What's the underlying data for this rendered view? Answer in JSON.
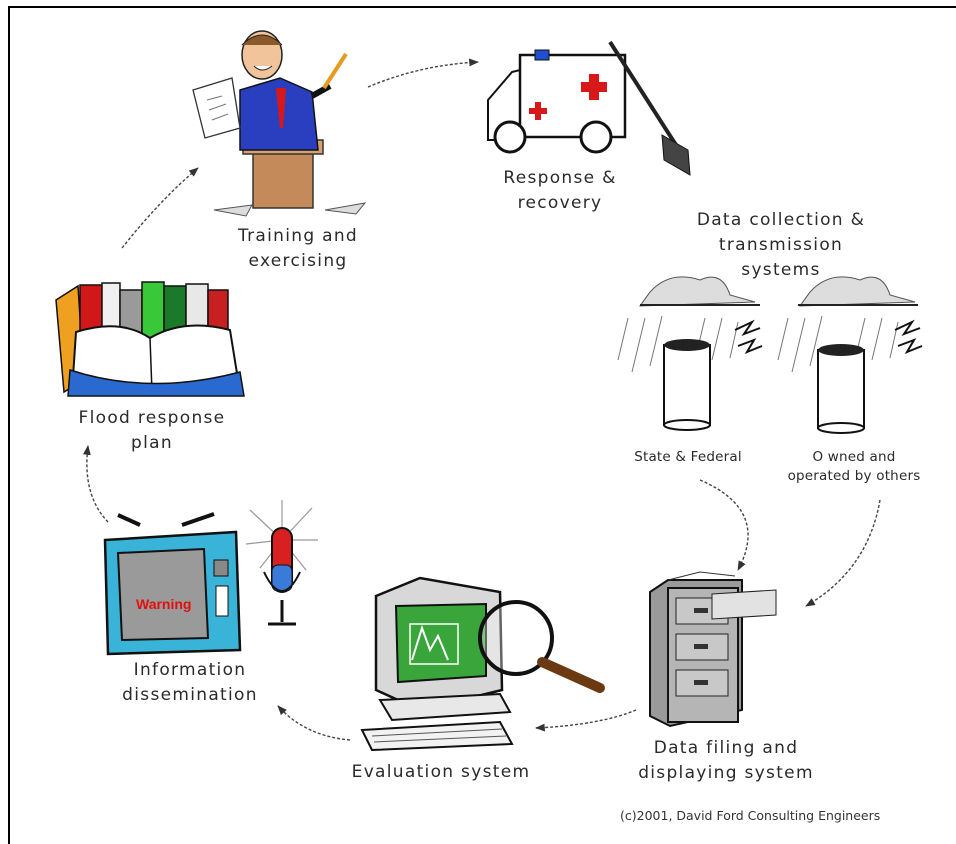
{
  "nodes": {
    "response": {
      "line1": "Response &",
      "line2": "recovery"
    },
    "data_collection": {
      "line1": "Data collection &",
      "line2": "transmission",
      "line3": "systems"
    },
    "state_federal": "State & Federal",
    "owned_operated": {
      "line1": "O wned and",
      "line2": "operated by others"
    },
    "data_filing": {
      "line1": "Data filing and",
      "line2": "displaying system"
    },
    "evaluation": "Evaluation system",
    "information": {
      "line1": "Information",
      "line2": "dissemination"
    },
    "flood_plan": {
      "line1": "Flood response",
      "line2": "plan"
    },
    "training": {
      "line1": "Training and",
      "line2": "exercising"
    }
  },
  "tv_screen_text": "Warning",
  "credit": "(c)2001, David Ford Consulting Engineers"
}
